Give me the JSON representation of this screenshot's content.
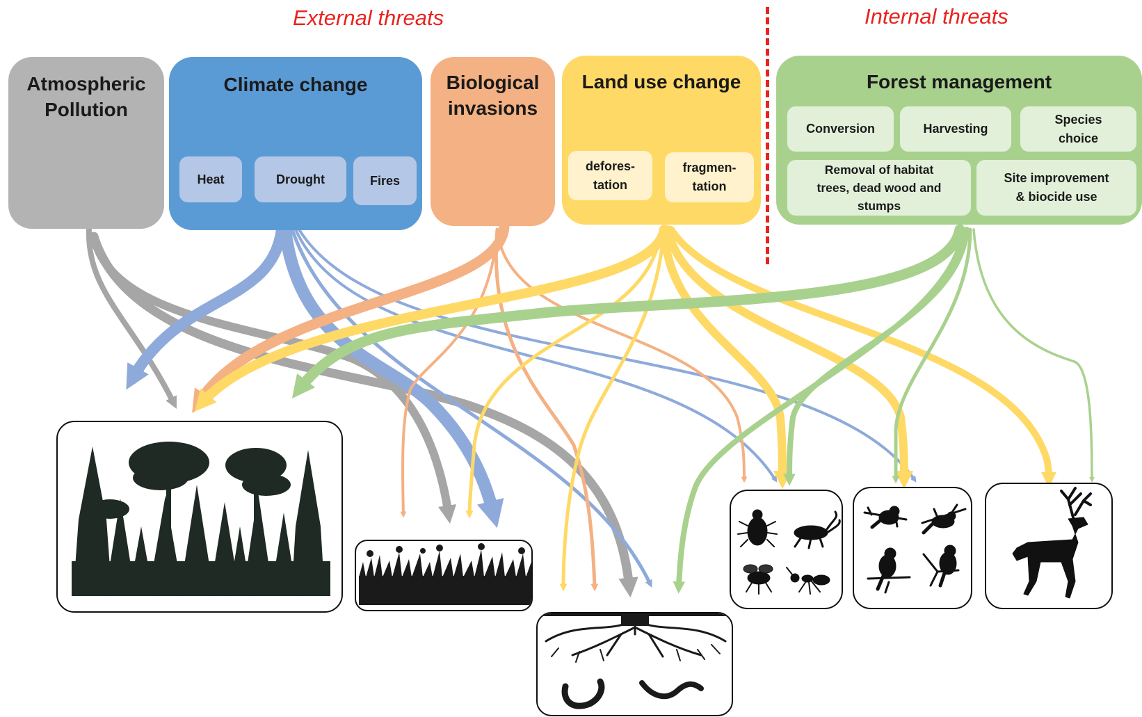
{
  "header": {
    "external_label": "External threats",
    "internal_label": "Internal threats"
  },
  "threats": {
    "atmospheric": {
      "title": "Atmospheric\nPollution",
      "color": "#b3b3b3"
    },
    "climate": {
      "title": "Climate change",
      "color": "#5b9bd5",
      "subs": [
        "Heat",
        "Drought",
        "Fires"
      ],
      "sub_color": "#b4c7e7"
    },
    "biological": {
      "title": "Biological\ninvasions",
      "color": "#f4b183"
    },
    "landuse": {
      "title": "Land use change",
      "color": "#ffd966",
      "subs": [
        "defores-\ntation",
        "fragmen-\ntation"
      ],
      "sub_color": "#fff2cc"
    },
    "forest": {
      "title": "Forest management",
      "color": "#a9d18e",
      "subs": [
        "Conversion",
        "Harvesting",
        "Species\nchoice",
        "Removal of habitat\ntrees, dead wood and\nstumps",
        "Site improvement\n& biocide use"
      ],
      "sub_color": "#e2f0d9"
    }
  },
  "targets": [
    "trees-icon",
    "ground-vegetation-icon",
    "soil-roots-icon",
    "insects-icon",
    "birds-icon",
    "deer-icon"
  ],
  "colors": {
    "gray": "#a6a6a6",
    "blue": "#8eaadb",
    "orange": "#f4b183",
    "yellow": "#ffd966",
    "green": "#a9d18e",
    "red": "#e8231f"
  }
}
